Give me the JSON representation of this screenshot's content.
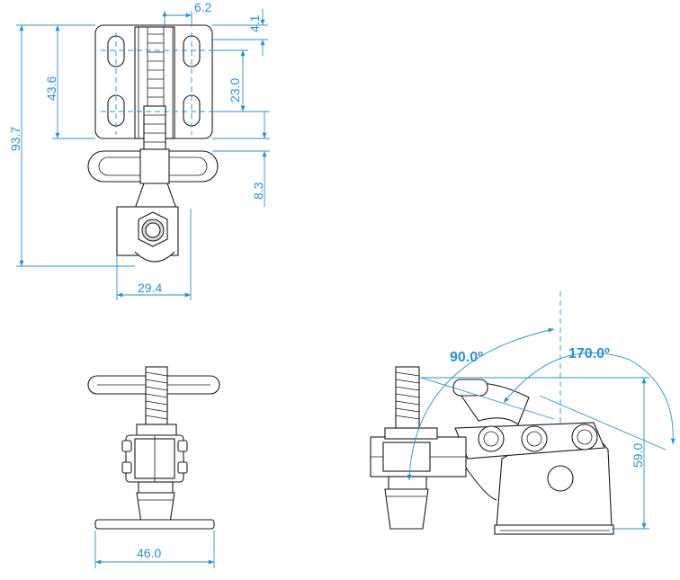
{
  "dimensions": {
    "top_width": "6.2",
    "top_offset": "4.1",
    "slot_height": "43.6",
    "overall_height": "93.7",
    "slot_spacing": "23.0",
    "spindle_offset": "8.3",
    "base_width": "29.4",
    "front_width": "46.0",
    "open_angle": "90.0º",
    "max_angle": "170.0º",
    "side_height": "59.0"
  },
  "colors": {
    "dimension": "#2e8fd0",
    "outline": "#1a1a1a"
  }
}
